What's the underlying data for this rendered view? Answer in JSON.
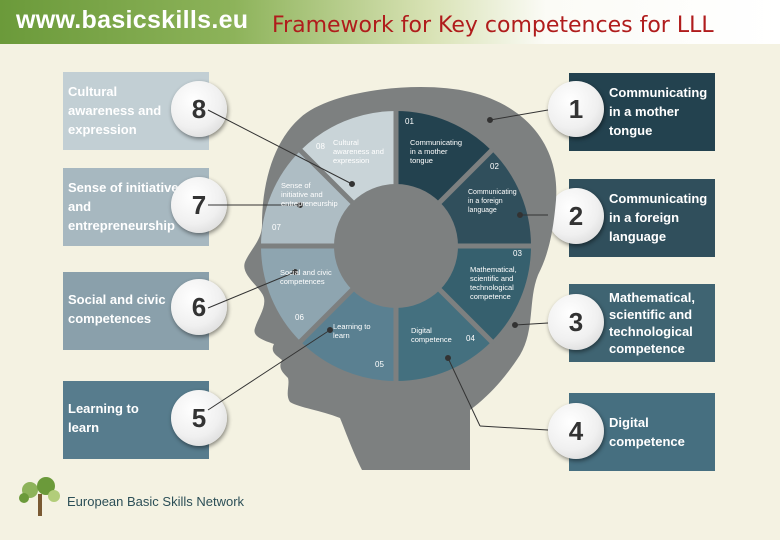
{
  "header": {
    "site": "www.basicskills.eu",
    "title": "Framework for Key competences for LLL"
  },
  "colors": {
    "dark": "#23424f",
    "mid": "#36606e",
    "teal": "#46707f",
    "grey_mid": "#8ea5b0",
    "grey_light": "#c8d3d7",
    "accent_title": "#b01c1c"
  },
  "cards": [
    {
      "num": "1",
      "label": "Communicating in a mother tongue",
      "color": "#23424f"
    },
    {
      "num": "2",
      "label": "Communicating in a foreign language",
      "color": "#304f5c"
    },
    {
      "num": "3",
      "label": "Mathematical, scientific and technological competence",
      "color": "#3f6472"
    },
    {
      "num": "4",
      "label": "Digital competence",
      "color": "#466f80"
    },
    {
      "num": "5",
      "label": "Learning to learn",
      "color": "#577c8d"
    },
    {
      "num": "6",
      "label": "Social and civic competences",
      "color": "#8aa0ab"
    },
    {
      "num": "7",
      "label": "Sense of initiative and entrepreneurship",
      "color": "#a7b8c0"
    },
    {
      "num": "8",
      "label": "Cultural awareness and expression",
      "color": "#c2cfd4"
    }
  ],
  "wheel": [
    {
      "num": "01",
      "label": "Communicating in a mother tongue"
    },
    {
      "num": "02",
      "label": "Communicating in a foreign language"
    },
    {
      "num": "03",
      "label": "Mathematical, scientific and technological competence"
    },
    {
      "num": "04",
      "label": "Digital competence"
    },
    {
      "num": "05",
      "label": "Learning to learn"
    },
    {
      "num": "06",
      "label": "Social and civic competences"
    },
    {
      "num": "07",
      "label": "Sense of initiative and entrepreneurship"
    },
    {
      "num": "08",
      "label": "Cultural awareness and expression"
    }
  ],
  "footer": {
    "network": "European Basic Skills Network"
  }
}
